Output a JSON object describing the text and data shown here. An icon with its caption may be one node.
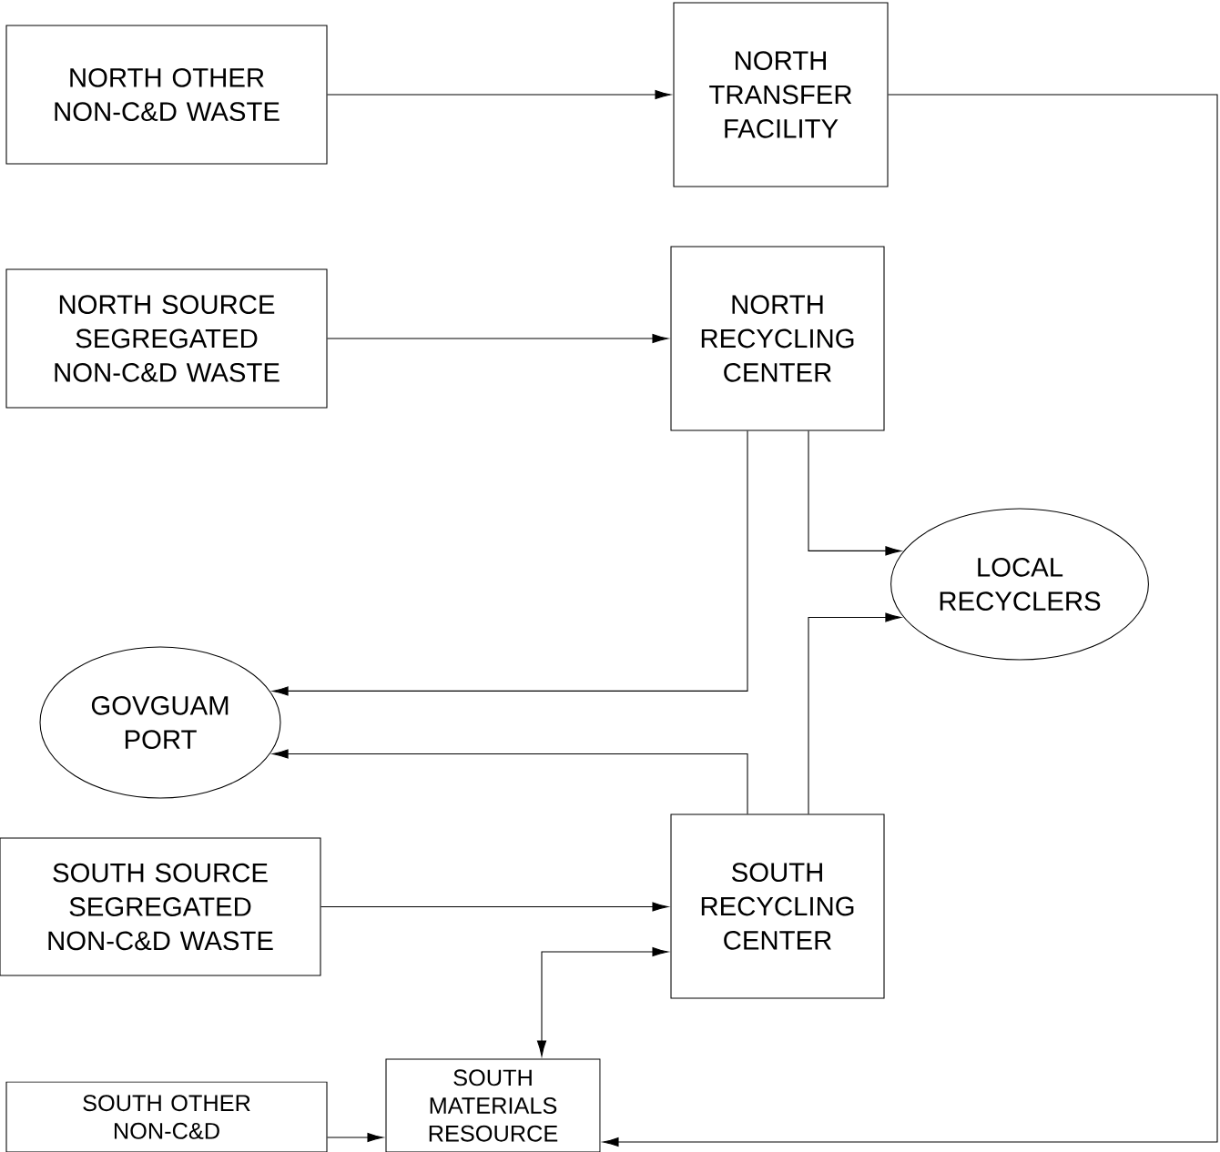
{
  "diagram": {
    "nodes": [
      {
        "text": [
          "NORTH OTHER NON-C&D WASTE"
        ]
      },
      {
        "text": [
          "NORTH TRANSFER FACILITY"
        ]
      },
      {
        "text": [
          "NORTH SOURCE SEGREGATED NON-C&D WASTE"
        ]
      },
      {
        "text": [
          "NORTH RECYCLING CENTER"
        ]
      },
      {
        "text": [
          "LOCAL RECYCLERS"
        ]
      },
      {
        "text": [
          "GOVGUAM PORT"
        ]
      },
      {
        "text": [
          "SOUTH SOURCE SEGREGATED NON-C&D WASTE"
        ]
      },
      {
        "text": [
          "SOUTH RECYCLING CENTER"
        ]
      },
      {
        "text": [
          "SOUTH OTHER NON-C&D"
        ]
      },
      {
        "text": [
          "SOUTH MATERIALS RESOURCE"
        ]
      }
    ],
    "edges": [
      {
        "from": 0,
        "to": 1,
        "arrow": "to"
      },
      {
        "from": 1,
        "to": 9,
        "arrow": "to"
      },
      {
        "from": 2,
        "to": 3,
        "arrow": "to"
      },
      {
        "from": 3,
        "to": 4,
        "arrow": "to"
      },
      {
        "from": 3,
        "to": 5,
        "arrow": "to"
      },
      {
        "from": 7,
        "to": 5,
        "arrow": "to"
      },
      {
        "from": 7,
        "to": 4,
        "arrow": "to"
      },
      {
        "from": 6,
        "to": 7,
        "arrow": "to"
      },
      {
        "from": 7,
        "to": 9,
        "arrow": "both"
      },
      {
        "from": 8,
        "to": 9,
        "arrow": "to"
      }
    ]
  }
}
